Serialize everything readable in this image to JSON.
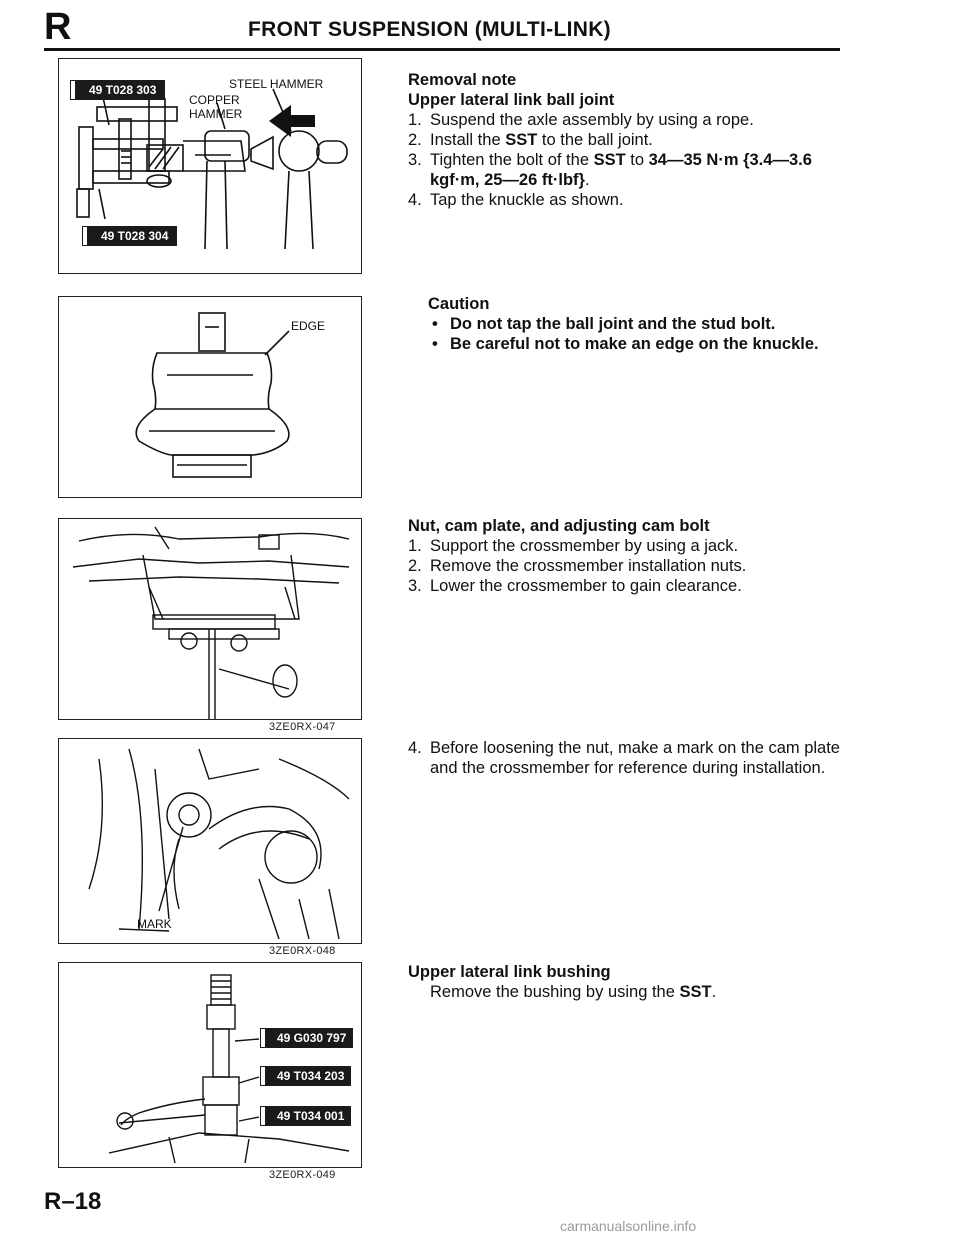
{
  "header": {
    "section_letter": "R",
    "title": "FRONT SUSPENSION (MULTI-LINK)"
  },
  "figures": {
    "fig1": {
      "tag_a": "49 T028 303",
      "tag_b": "49 T028 304",
      "label_steel": "STEEL HAMMER",
      "label_copper_1": "COPPER",
      "label_copper_2": "HAMMER"
    },
    "fig2": {
      "label_edge": "EDGE"
    },
    "fig3": {
      "code": "3ZE0RX-047"
    },
    "fig4": {
      "code": "3ZE0RX-048",
      "label_mark": "MARK"
    },
    "fig5": {
      "code": "3ZE0RX-049",
      "tag_a": "49 G030 797",
      "tag_b": "49 T034 203",
      "tag_c": "49 T034 001"
    }
  },
  "sections": {
    "removal": {
      "heading": "Removal note",
      "subheading": "Upper lateral link ball joint",
      "steps": [
        {
          "num": "1.",
          "text": "Suspend the axle assembly by using a rope."
        },
        {
          "num": "2.",
          "pre": "Install the ",
          "bold": "SST",
          "post": " to the ball joint."
        },
        {
          "num": "3.",
          "pre": "Tighten the bolt of the ",
          "bold": "SST",
          "mid": " to ",
          "bold2": "34—35 N·m {3.4—3.6 kgf·m, 25—26 ft·lbf}",
          "post": "."
        },
        {
          "num": "4.",
          "text": "Tap the knuckle as shown."
        }
      ]
    },
    "caution": {
      "heading": "Caution",
      "items": [
        "Do not tap the ball joint and the stud bolt.",
        "Be careful not to make an edge on the knuckle."
      ]
    },
    "nut": {
      "heading": "Nut, cam plate, and adjusting cam bolt",
      "steps": [
        {
          "num": "1.",
          "text": "Support the crossmember by using a jack."
        },
        {
          "num": "2.",
          "text": "Remove the crossmember installation nuts."
        },
        {
          "num": "3.",
          "text": "Lower the crossmember to gain clearance."
        }
      ],
      "step4": {
        "num": "4.",
        "text": "Before loosening the nut, make a mark on the cam plate and the crossmember for reference during installation."
      }
    },
    "bushing": {
      "heading": "Upper lateral link bushing",
      "pre": "Remove the bushing by using the ",
      "bold": "SST",
      "post": "."
    }
  },
  "footer": {
    "page": "R–18"
  },
  "watermark": "carmanualsonline.info"
}
